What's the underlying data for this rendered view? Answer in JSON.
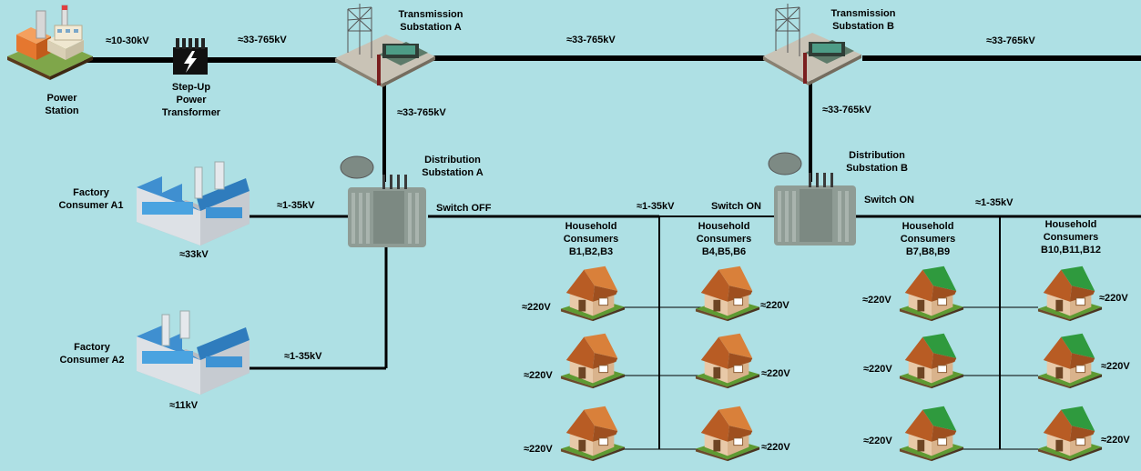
{
  "diagram": {
    "power_station": "Power\nStation",
    "step_up": "Step-Up\nPower\nTransformer",
    "transmission_a": "Transmission\nSubstation A",
    "transmission_b": "Transmission\nSubstation B",
    "distribution_a": "Distribution\nSubstation A",
    "distribution_b": "Distribution\nSubstation B",
    "factory_a1": "Factory\nConsumer A1",
    "factory_a2": "Factory\nConsumer A2",
    "household_b1": "Household\nConsumers\nB1,B2,B3",
    "household_b4": "Household\nConsumers\nB4,B5,B6",
    "household_b7": "Household\nConsumers\nB7,B8,B9",
    "household_b10": "Household\nConsumers\nB10,B11,B12",
    "switch_a": "Switch OFF",
    "switch_b1": "Switch ON",
    "switch_b2": "Switch ON",
    "v_gen": "≈10-30kV",
    "v_tx1": "≈33-765kV",
    "v_tx2": "≈33-765kV",
    "v_tx3": "≈33-765kV",
    "v_down_a": "≈33-765kV",
    "v_down_b": "≈33-765kV",
    "v_a1_feed": "≈1-35kV",
    "v_a2_feed": "≈1-35kV",
    "v_dist_a": "≈1-35kV",
    "v_dist_b": "≈1-35kV",
    "v_a1": "≈33kV",
    "v_a2": "≈11kV",
    "v_house": "≈220V"
  },
  "colors": {
    "background": "#aee0e4",
    "line": "#000000",
    "roof_orange": "#d9803a",
    "roof_green": "#2f9a3e",
    "factory_blue": "#4a9fd8"
  }
}
